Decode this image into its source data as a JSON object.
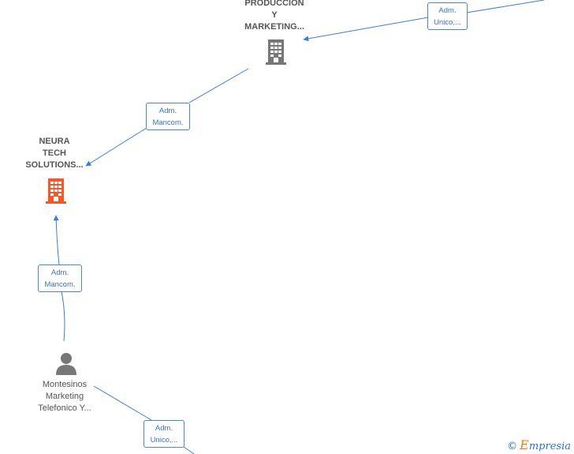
{
  "nodes": {
    "produccion": {
      "line1": "PRODUCCION",
      "line2": "Y",
      "line3": "MARKETING..."
    },
    "neura": {
      "line1": "NEURA",
      "line2": "TECH",
      "line3": "SOLUTIONS..."
    },
    "person": {
      "line1": "Montesinos",
      "line2": "Marketing",
      "line3": "Telefonico Y..."
    }
  },
  "edges": {
    "top_right": {
      "line1": "Adm.",
      "line2": "Unico,..."
    },
    "prod_neura": {
      "line1": "Adm.",
      "line2": "Mancom."
    },
    "person_neura": {
      "line1": "Adm.",
      "line2": "Mancom."
    },
    "person_bottom": {
      "line1": "Adm.",
      "line2": "Unico,..."
    }
  },
  "icons": {
    "company": "building-icon",
    "focus_company": "building-icon",
    "person": "person-icon"
  },
  "colors": {
    "edge": "#3a7fd0",
    "company_icon": "#777777",
    "focus_icon": "#f05a28",
    "person_icon": "#777777"
  },
  "watermark": {
    "copyright": "©",
    "brand_initial": "E",
    "brand_rest": "mpresia"
  }
}
